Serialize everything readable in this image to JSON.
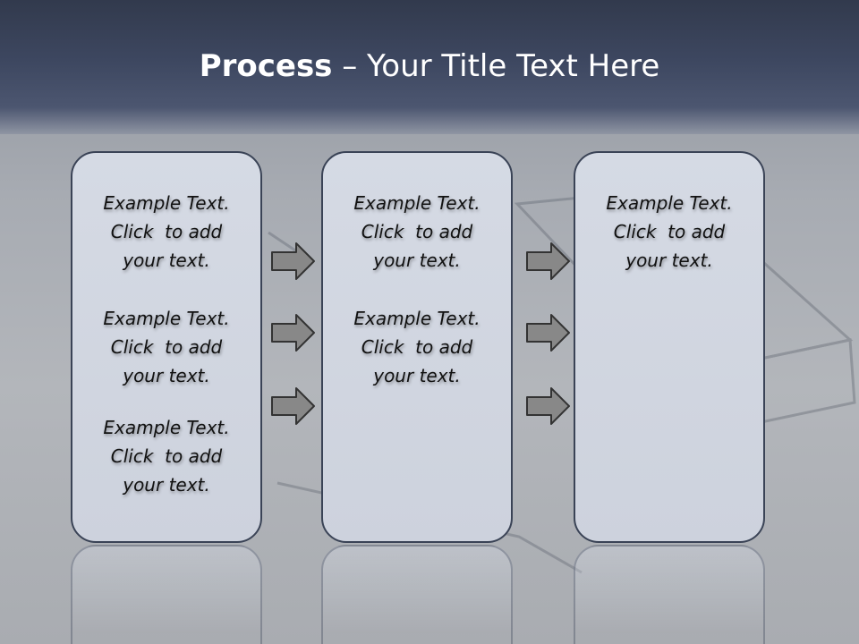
{
  "slide": {
    "title_bold": "Process",
    "title_rest": " – Your Title Text Here"
  },
  "columns": [
    {
      "items": [
        {
          "line1": "Example Text.",
          "line2": "Click  to add",
          "line3": "your text."
        },
        {
          "line1": "Example Text.",
          "line2": "Click  to add",
          "line3": "your text."
        },
        {
          "line1": "Example Text.",
          "line2": "Click  to add",
          "line3": "your text."
        }
      ]
    },
    {
      "items": [
        {
          "line1": "Example Text.",
          "line2": "Click  to add",
          "line3": "your text."
        },
        {
          "line1": "Example Text.",
          "line2": "Click  to add",
          "line3": "your text."
        }
      ]
    },
    {
      "items": [
        {
          "line1": "Example Text.",
          "line2": "Click  to add",
          "line3": "your text."
        }
      ]
    }
  ],
  "colors": {
    "header": "#3d4760",
    "box_fill": "#d5dae4",
    "box_border": "#3a4356",
    "arrow_fill": "#888888"
  },
  "icons": [
    "arrow-right-icon"
  ]
}
